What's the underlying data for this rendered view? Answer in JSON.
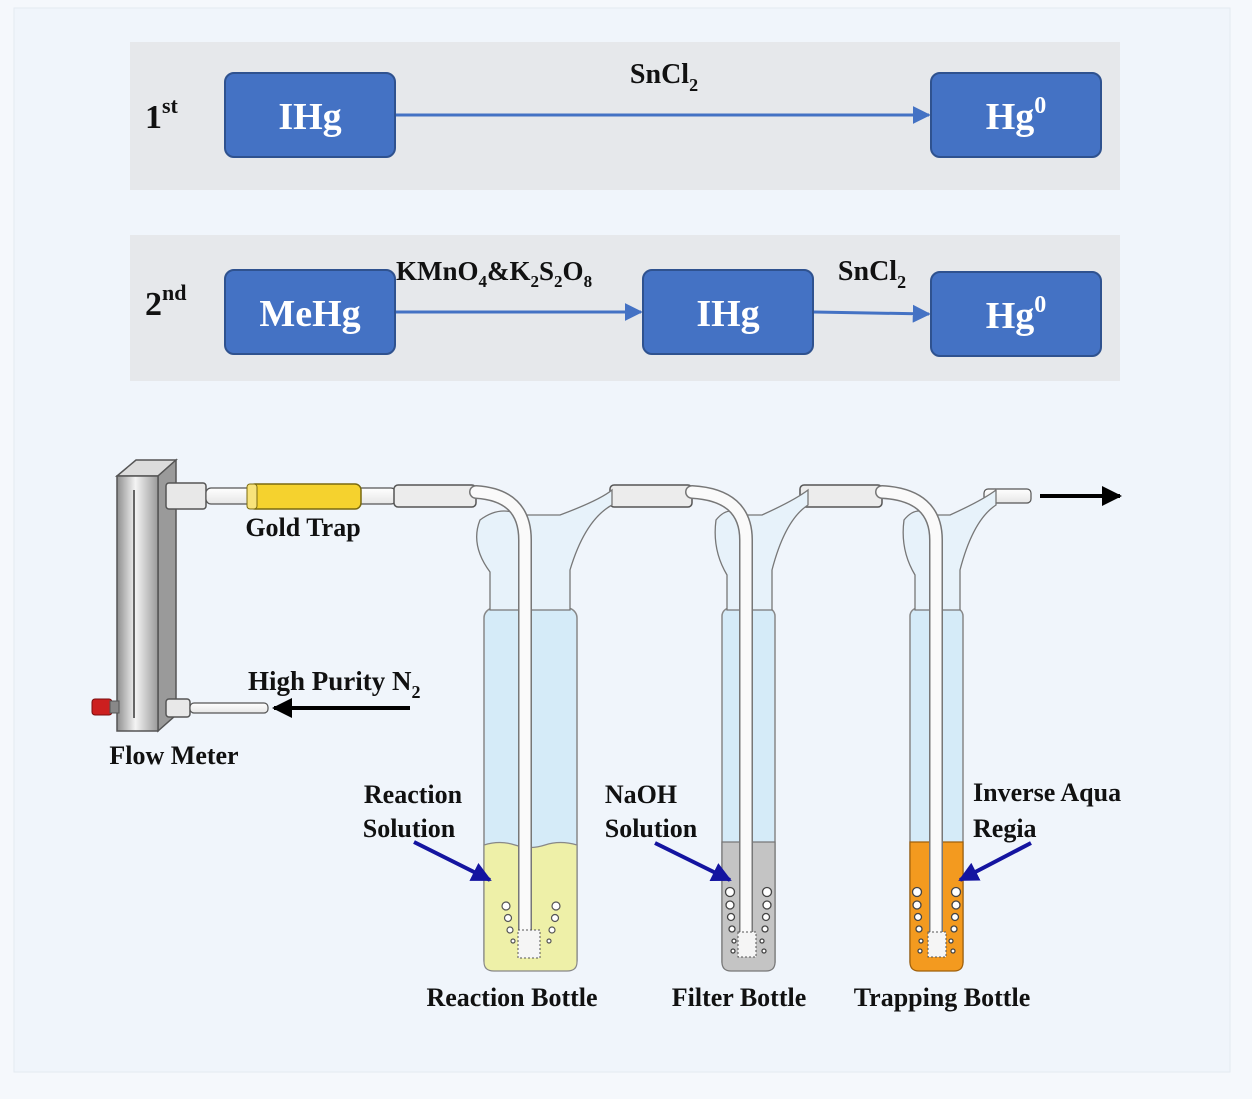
{
  "reaction_steps": [
    {
      "step_main": "1",
      "step_sup": "st",
      "nodes": [
        "IHg",
        "Hg",
        "0"
      ],
      "reagent": {
        "main": "SnCl",
        "sub": "2"
      }
    },
    {
      "step_main": "2",
      "step_sup": "nd",
      "nodes": [
        "MeHg",
        "IHg",
        "Hg",
        "0"
      ],
      "reagent1": {
        "t1": "KMnO",
        "s1": "4",
        "t2": "&K",
        "s2": "2",
        "t3": "S",
        "s3": "2",
        "t4": "O",
        "s4": "8"
      },
      "reagent2": {
        "main": "SnCl",
        "sub": "2"
      }
    }
  ],
  "apparatus": {
    "flow_meter": "Flow Meter",
    "gold_trap": "Gold Trap",
    "gas_inlet": {
      "main": "High Purity N",
      "sub": "2"
    },
    "reaction_solution": [
      "Reaction",
      "Solution"
    ],
    "naoh_solution": [
      "NaOH",
      "Solution"
    ],
    "inverse_aqua_regia": [
      "Inverse Aqua",
      "Regia"
    ],
    "bottles": [
      "Reaction Bottle",
      "Filter Bottle",
      "Trapping Bottle"
    ]
  },
  "colors": {
    "box_fill": "#4472c4",
    "box_stroke": "#2f528f",
    "arrow": "#4472c4",
    "panel": "#e6e8eb",
    "reaction_liquid": "#eef0a8",
    "naoh_liquid": "#c4c4c4",
    "aqua_regia_liquid": "#f39a1f",
    "gold_trap": "#f5d22e",
    "bottle_glass": "#d5ebf8",
    "label_arrow": "#1414a0"
  }
}
